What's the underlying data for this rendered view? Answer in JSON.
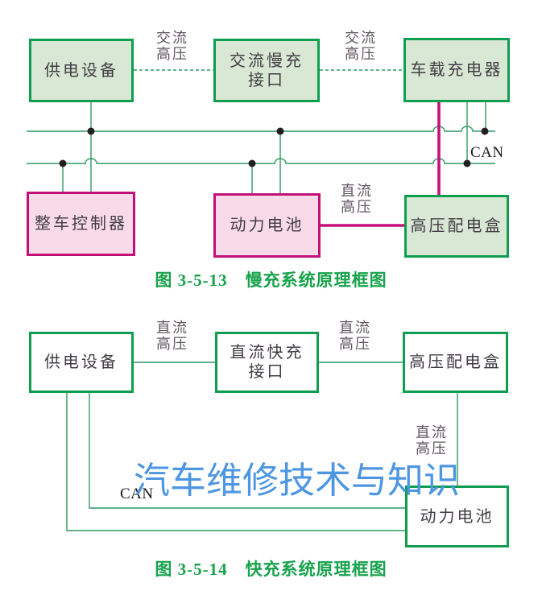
{
  "watermark": "汽车维修技术与知识",
  "diagram1": {
    "caption": "图 3-5-13　慢充系统原理框图",
    "boxes": {
      "power_supply": "供电设备",
      "ac_slow_charge_port": "交流慢充\n接口",
      "onboard_charger": "车载充电器",
      "vehicle_controller": "整车控制器",
      "power_battery": "动力电池",
      "hv_distribution_box": "高压配电盒"
    },
    "labels": {
      "ac_hv_left": "交流\n高压",
      "ac_hv_right": "交流\n高压",
      "dc_hv": "直流\n高压",
      "can": "CAN"
    }
  },
  "diagram2": {
    "caption": "图 3-5-14　快充系统原理框图",
    "boxes": {
      "power_supply": "供电设备",
      "dc_fast_charge_port": "直流快充\n接口",
      "hv_distribution_box": "高压配电盒",
      "power_battery": "动力电池"
    },
    "labels": {
      "dc_hv_left": "直流\n高压",
      "dc_hv_mid": "直流\n高压",
      "dc_hv_vertical": "直流\n高压",
      "can": "CAN"
    }
  },
  "colors": {
    "box_green_border": "#0f9d4f",
    "box_green_fill": "#d8e8d5",
    "box_pink_border": "#c31079",
    "box_pink_fill": "#f8dae8",
    "line_green": "#2f9a62",
    "line_magenta": "#c5107c",
    "dot_black": "#231f20",
    "caption_green": "#17a24c",
    "label_gray": "#5f5660",
    "box_text": "#423c44",
    "watermark_blue": "#4e96e2",
    "can_text": "#16141c"
  }
}
